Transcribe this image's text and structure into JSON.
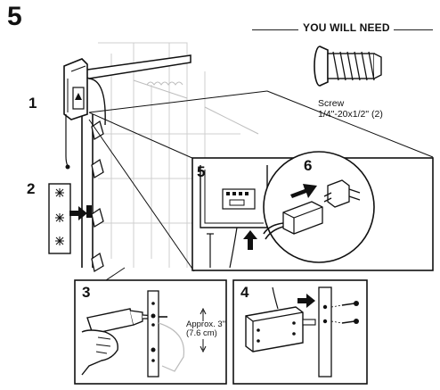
{
  "step_number": "5",
  "you_will_need": {
    "title": "YOU WILL NEED",
    "item_name": "Screw",
    "item_spec": "1/4\"-20x1/2\" (2)"
  },
  "callouts": {
    "c1": "1",
    "c2": "2",
    "c3": "3",
    "c4": "4",
    "c5": "5",
    "c6": "6"
  },
  "measurement": {
    "line1": "Approx. 3\"",
    "line2": "(7.6 cm)"
  },
  "icons": [
    "screw-icon",
    "door-lock-unit-icon",
    "drill-icon",
    "hand-icon",
    "arrow-icon",
    "connector-plug-icon"
  ]
}
